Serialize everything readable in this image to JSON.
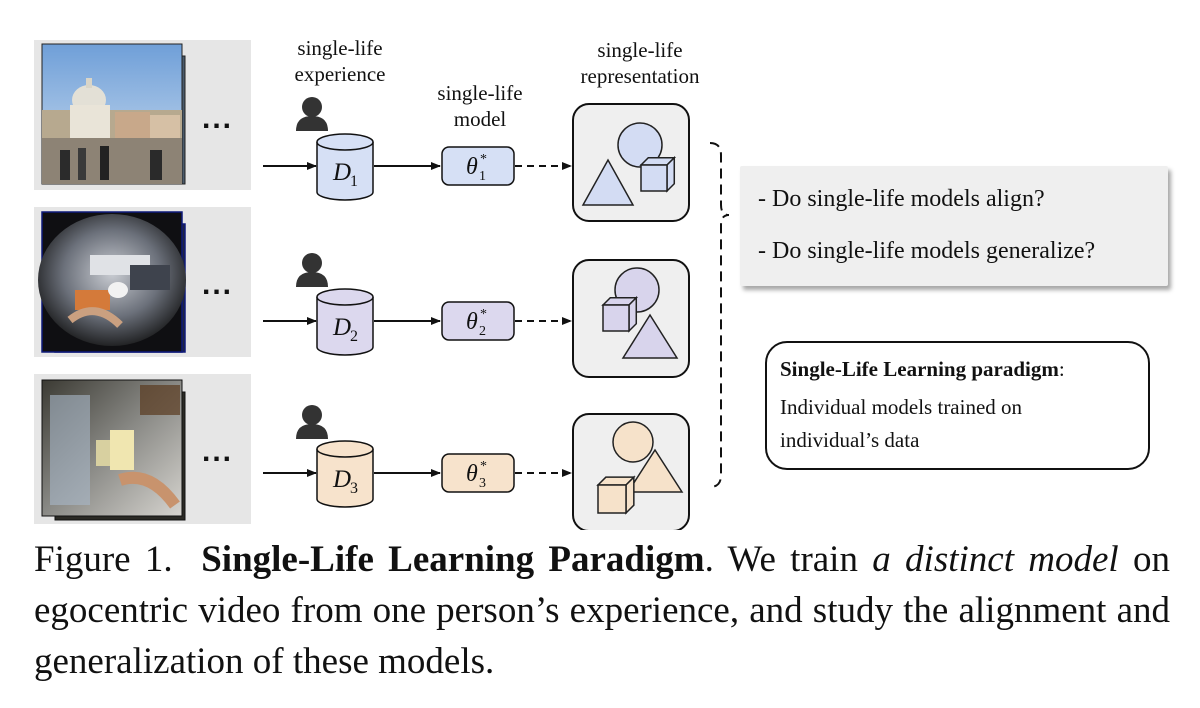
{
  "headers": {
    "experience": "single-life\nexperience",
    "model": "single-life\nmodel",
    "representation": "single-life\nrepresentation"
  },
  "rows": [
    {
      "data_label": "D",
      "data_sub": "1",
      "model_label": "θ",
      "model_sup": "*",
      "model_sub": "1",
      "data_fill": "#d6e0f5",
      "model_fill": "#d6e0f5",
      "shape_fill": "#d3dcf3",
      "photo_theme": "city"
    },
    {
      "data_label": "D",
      "data_sub": "2",
      "model_label": "θ",
      "model_sup": "*",
      "model_sub": "2",
      "data_fill": "#dcd8ee",
      "model_fill": "#dcd8ee",
      "shape_fill": "#d8d4ec",
      "photo_theme": "kitchen"
    },
    {
      "data_label": "D",
      "data_sub": "3",
      "model_label": "θ",
      "model_sup": "*",
      "model_sub": "3",
      "data_fill": "#f7e3cc",
      "model_fill": "#f7e3cc",
      "shape_fill": "#f6e2ca",
      "photo_theme": "fridge"
    }
  ],
  "ellipsis": "...",
  "questions": [
    "- Do single-life models align?",
    "- Do single-life models generalize?"
  ],
  "paradigm": {
    "title": "Single-Life Learning paradigm",
    "colon": ":",
    "line1": "Individual models trained on",
    "line2": "individual’s data"
  },
  "caption": {
    "prefix": "Figure 1.",
    "title": "Single-Life Learning Paradigm",
    "t1": ".  We train ",
    "em": "a distinct model",
    "t2": " on egocentric video from one person’s experience, and study the alignment and generalization of these models."
  }
}
